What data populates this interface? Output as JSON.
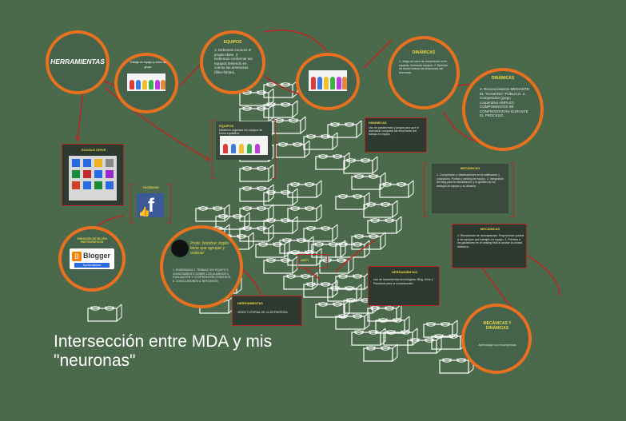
{
  "title": "Intersección entre MDA y mis \"neuronas\"",
  "herramientas": {
    "label": "HERRAMIENTAS"
  },
  "equipos": {
    "title": "EQUIPOS",
    "body": "1. Debemos conocer el propio clase. 2. Debemos conformar los equipos teniendo en cuenta las amenazas (filtro-fobias)."
  },
  "small_circle_label": "Trabajo en equipo y unión de grupo",
  "google_drive": {
    "label": "GOOGLE DRIVE"
  },
  "facebook": {
    "label": "FACEBOOK"
  },
  "blogger": {
    "label": "CREACIÓN DE BLOGS PARTICIPATIVOS",
    "logo_text": "Blogger",
    "logo_sub": "Aprendamos"
  },
  "dinamicas_circle": {
    "title": "DINÁMICAS",
    "body": "1. Juego de roles de competición entre equipos, formando equipos. 2. Ejercicio de forma evaluar las emociones del alumnado."
  },
  "dinamicas_circle2": {
    "title": "DINÁMICAS",
    "body": "3. Reconocimiento MEDIANTE EL \"RANKING\" PÚBLICO. 4. Competición (juego cooperativo AMPLIO) COMPONENTES SE CONFRONTARÁN DURANTE EL PROCESO."
  },
  "equipos_panel": {
    "title": "EQUIPOS",
    "body": "Debemos organizar los equipos de forma equitativa"
  },
  "dinamicas_panel": {
    "title": "DINÁMICAS",
    "body": "Uso de plataformas y juegos para que el alumnado comparta las emociones del trabajo en equipo."
  },
  "mecanicas_panel": {
    "title": "MECÁNICAS",
    "body": "1. Competición y clasificaciones en la calificación y colocación. Puntos y ranking de equipo. 2. Integración del blog para la visualización y la gestión de los trabajos de equipo y su difusión."
  },
  "mecanicas_panel2": {
    "title": "MECÁNICAS",
    "body": "1. Recolección de recompensas: Proporcionar puntos a los equipos que trabajen en equipo. 2. Premios a los ganadores en el ranking final al acabar la unidad didáctica."
  },
  "lens_circle": {
    "title": "Profe: Nombre: Inglés tiene que agrupar y ordenar",
    "body": "1. ENSEÑANZA 2. TRABAJO EN EQUIPO 3. CONOCIMIENTO SOBRE LOS ALUMNOS 4. EVALUACIÓN Y COOPERACIÓN CONJUNTA 5. CONCLUSIONES 6. REFLEXIÓN"
  },
  "herramientas_panel": {
    "title": "HERRAMIENTAS",
    "body": "Uso de herramientas tecnológicas: Blog, Drive y Facebook para la comunicación."
  },
  "herramientas_panel2": {
    "title": "HERRAMIENTAS",
    "body": "VÍDEO TUTORIAL DE LA ESTRATEGIA"
  },
  "mecanicas_circle": {
    "title": "MECÁNICAS Y DINÁMICAS",
    "body": "Aprendizaje con recompensas"
  },
  "unity_panel_tag": "UNITY",
  "colors": {
    "orange": "#e8711f",
    "red": "#b52a25",
    "background": "#4a6a4b",
    "yellow": "#e8d84a"
  }
}
